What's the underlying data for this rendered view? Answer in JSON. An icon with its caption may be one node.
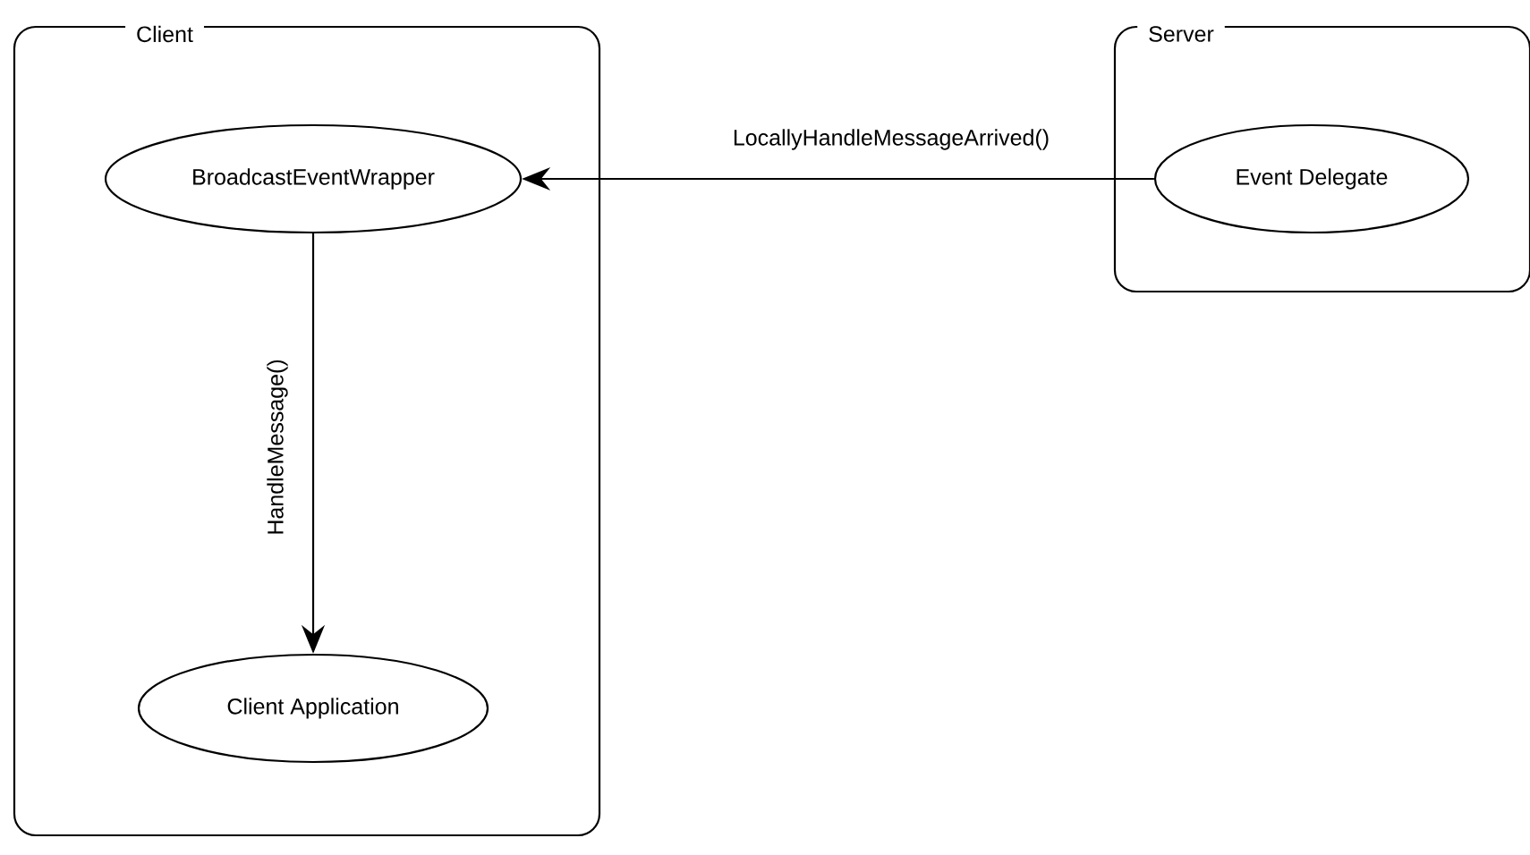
{
  "diagram": {
    "nodes": [
      {
        "text": [
          "Client"
        ]
      },
      {
        "text": [
          "BroadcastEventWrapper"
        ],
        "in": 0
      },
      {
        "text": [
          "Client Application"
        ],
        "in": 0
      },
      {
        "text": [
          "Server"
        ]
      },
      {
        "text": [
          "Event Delegate"
        ],
        "in": 3
      }
    ],
    "edges": [
      {
        "from": 4,
        "to": 1,
        "arrow": "to",
        "label": "LocallyHandleMessageArrived()"
      },
      {
        "from": 1,
        "to": 2,
        "arrow": "to",
        "label": "HandleMessage()"
      }
    ]
  }
}
